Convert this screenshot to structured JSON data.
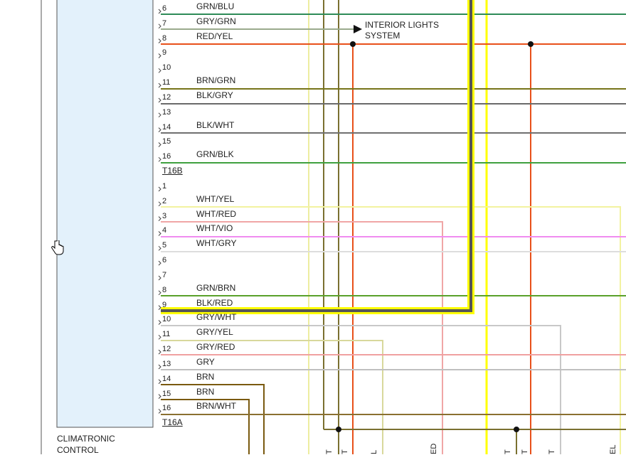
{
  "module": {
    "name_line1": "CLIMATRONIC",
    "name_line2": "CONTROL"
  },
  "interior": {
    "line1": "INTERIOR LIGHTS",
    "line2": "SYSTEM"
  },
  "connectors": {
    "t16b": "T16B",
    "t16a": "T16A"
  },
  "colors": {
    "GRN/BLU": "#2e8b57",
    "GRY/GRN": "#9aaa8c",
    "RED/YEL": "#e8501a",
    "BRN/GRN": "#77741a",
    "BLK/GRY": "#6a6a6a",
    "BLK/WHT": "#707070",
    "GRN/BLK": "#3fa03f",
    "WHT/YEL": "#f2f2a0",
    "WHT/RED": "#f0a6a6",
    "WHT/VIO": "#f08cf0",
    "WHT/GRY": "#dddddd",
    "GRN/BRN": "#5aa12a",
    "BLK/RED": "#555555",
    "GRY/WHT": "#c8c8c8",
    "GRY/YEL": "#d8d89c",
    "GRY/RED": "#f0a0a0",
    "GRY": "#c0c0c0",
    "BRN": "#7a5a10",
    "BRN/WHT": "#8a7030",
    "highlight": "#ffff00",
    "module_fill": "#e3f1fb",
    "module_border": "#555555"
  },
  "pins_t16b": [
    {
      "num": "6",
      "wire": "GRN/BLU"
    },
    {
      "num": "7",
      "wire": "GRY/GRN"
    },
    {
      "num": "8",
      "wire": "RED/YEL"
    },
    {
      "num": "9",
      "wire": ""
    },
    {
      "num": "10",
      "wire": ""
    },
    {
      "num": "11",
      "wire": "BRN/GRN"
    },
    {
      "num": "12",
      "wire": "BLK/GRY"
    },
    {
      "num": "13",
      "wire": ""
    },
    {
      "num": "14",
      "wire": "BLK/WHT"
    },
    {
      "num": "15",
      "wire": ""
    },
    {
      "num": "16",
      "wire": "GRN/BLK"
    }
  ],
  "pins_t16a": [
    {
      "num": "1",
      "wire": ""
    },
    {
      "num": "2",
      "wire": "WHT/YEL"
    },
    {
      "num": "3",
      "wire": "WHT/RED"
    },
    {
      "num": "4",
      "wire": "WHT/VIO"
    },
    {
      "num": "5",
      "wire": "WHT/GRY"
    },
    {
      "num": "6",
      "wire": ""
    },
    {
      "num": "7",
      "wire": ""
    },
    {
      "num": "8",
      "wire": "GRN/BRN"
    },
    {
      "num": "9",
      "wire": "BLK/RED"
    },
    {
      "num": "10",
      "wire": "GRY/WHT"
    },
    {
      "num": "11",
      "wire": "GRY/YEL"
    },
    {
      "num": "12",
      "wire": "GRY/RED"
    },
    {
      "num": "13",
      "wire": "GRY"
    },
    {
      "num": "14",
      "wire": "BRN"
    },
    {
      "num": "15",
      "wire": "BRN"
    },
    {
      "num": "16",
      "wire": "BRN/WHT"
    }
  ],
  "bottom_labels": [
    "T",
    "T",
    "L",
    "ED",
    "T",
    "T",
    "T",
    "EL"
  ]
}
